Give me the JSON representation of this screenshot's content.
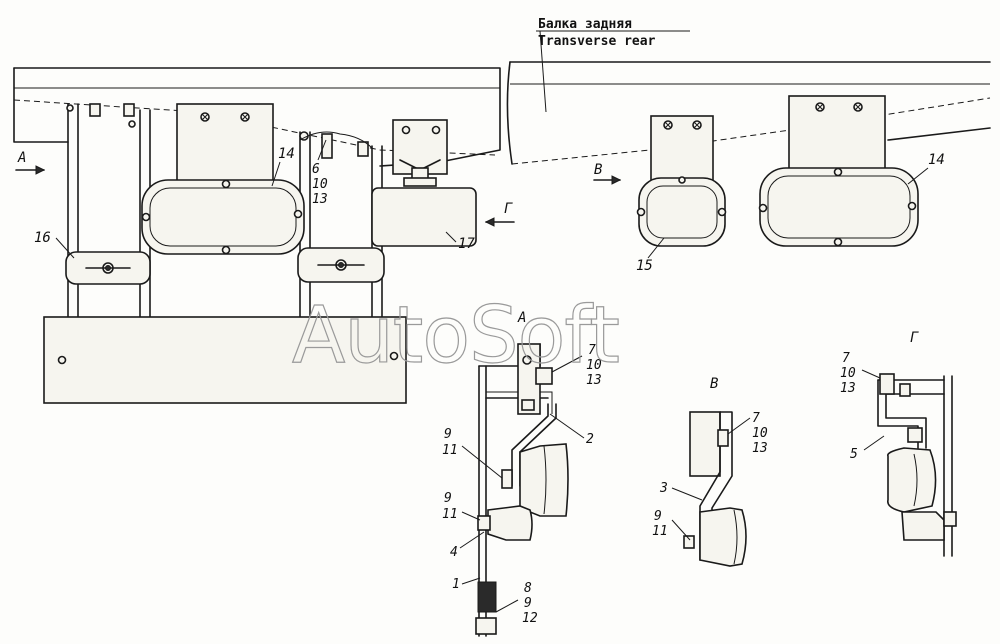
{
  "title": {
    "line1": "Балка задняя",
    "line2": "Transverse rear"
  },
  "watermark": "AutoSoft",
  "views": {
    "a": "A",
    "b": "B",
    "g": "Г"
  },
  "arrows": {
    "a": "A",
    "b": "B",
    "g": "Г"
  },
  "callouts": {
    "p1": "1",
    "p2": "2",
    "p3": "3",
    "p4": "4",
    "p5": "5",
    "p14a": "14",
    "p14b": "14",
    "p15": "15",
    "p16": "16",
    "p17": "17",
    "group_6_10_13": [
      "6",
      "10",
      "13"
    ],
    "group_7_10_13_a": [
      "7",
      "10",
      "13"
    ],
    "group_7_10_13_b": [
      "7",
      "10",
      "13"
    ],
    "group_7_10_13_g": [
      "7",
      "10",
      "13"
    ],
    "group_9_11_a": [
      "9",
      "11"
    ],
    "group_9_11_b": [
      "9",
      "11"
    ],
    "group_9_11_c": [
      "9",
      "11"
    ],
    "group_8_9_12": [
      "8",
      "9",
      "12"
    ]
  }
}
